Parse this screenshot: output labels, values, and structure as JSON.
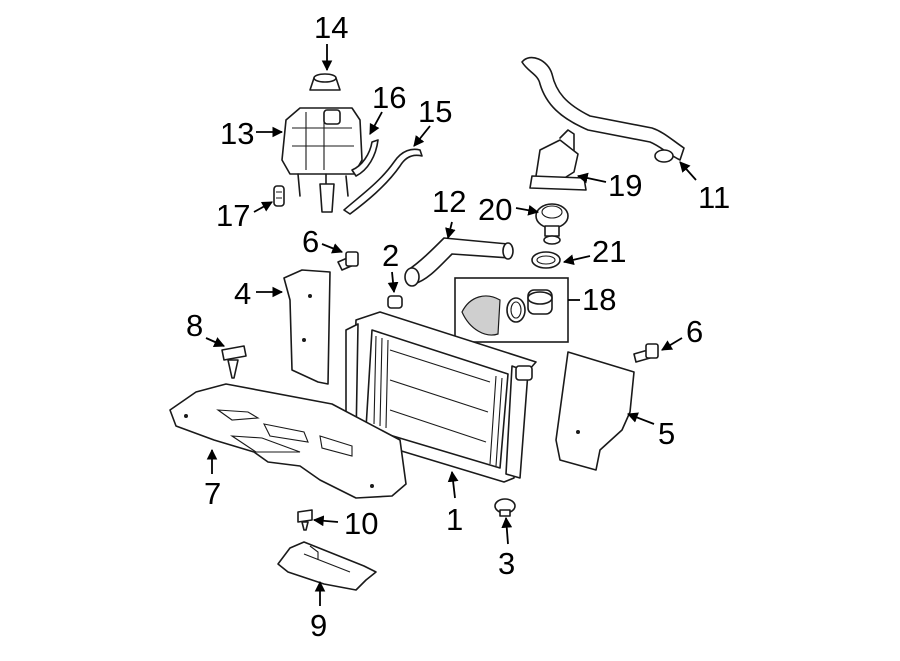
{
  "callouts": {
    "c1": "1",
    "c2": "2",
    "c3": "3",
    "c4": "4",
    "c5": "5",
    "c6a": "6",
    "c6b": "6",
    "c7": "7",
    "c8": "8",
    "c9": "9",
    "c10": "10",
    "c11": "11",
    "c12": "12",
    "c13": "13",
    "c14": "14",
    "c15": "15",
    "c16": "16",
    "c17": "17",
    "c18": "18",
    "c19": "19",
    "c20": "20",
    "c21": "21"
  },
  "colors": {
    "line": "#1a1a1a",
    "background": "#ffffff",
    "shade": "#cfcfcf"
  }
}
